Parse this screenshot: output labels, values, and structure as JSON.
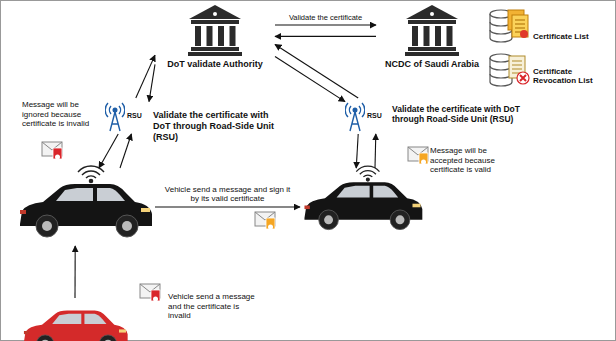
{
  "diagram": {
    "nodes": [
      {
        "text": [
          "DoT validate Authority"
        ]
      },
      {
        "text": [
          "NCDC of Saudi Arabia"
        ]
      },
      {
        "text": [
          "Certificate List"
        ]
      },
      {
        "text": [
          "Certificate Revocation List"
        ]
      },
      {
        "text": [
          "RSU"
        ]
      },
      {
        "text": [
          "RSU"
        ]
      },
      {
        "text": [
          "Message will be ignored because certificate is invalid"
        ]
      },
      {
        "text": [
          "Message will be accepted because certificate is valid"
        ]
      },
      {
        "text": [
          "Vehicle send a message and the certificate is invalid"
        ]
      }
    ],
    "edges": [
      {
        "from": 0,
        "to": 1,
        "arrow": "to",
        "label": "Validate the certificate"
      },
      {
        "from": 1,
        "to": 0,
        "arrow": "to"
      },
      {
        "from": 0,
        "to": 4,
        "arrow": "to"
      },
      {
        "from": 4,
        "to": 0,
        "arrow": "to"
      },
      {
        "from": 0,
        "to": 5,
        "arrow": "to"
      },
      {
        "from": 5,
        "to": 0,
        "arrow": "to"
      },
      {
        "from": 4,
        "to": 6,
        "arrow": "to"
      },
      {
        "from": 6,
        "to": 4,
        "arrow": "to"
      },
      {
        "from": 5,
        "to": 7,
        "arrow": "to"
      },
      {
        "from": 7,
        "to": 5,
        "arrow": "to"
      },
      {
        "from": 6,
        "to": 7,
        "arrow": "to",
        "label": "Vehicle send a message and sign it by its valid certificate"
      },
      {
        "from": 8,
        "to": 6,
        "arrow": "to"
      }
    ],
    "labels": [
      "Validate the certificate with DoT through Road-Side Unit (RSU)",
      "Validate the certificate with DoT through Road-Side Unit (RSU)"
    ]
  }
}
